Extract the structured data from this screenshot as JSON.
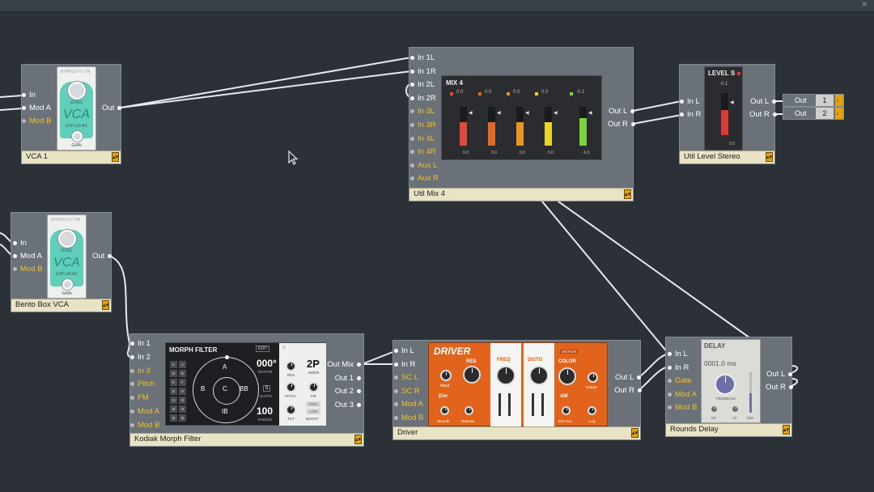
{
  "window": {
    "close_glyph": "×"
  },
  "modules": {
    "vca1": {
      "name": "VCA 1",
      "menu": "▴▾",
      "inputs": [
        {
          "label": "In",
          "active": true
        },
        {
          "label": "Mod A",
          "active": true
        },
        {
          "label": "Mod B",
          "active": false
        }
      ],
      "outputs": [
        {
          "label": "Out",
          "active": true
        }
      ],
      "panel": {
        "header": "BYPASS  FX  ON",
        "title": "VCA",
        "knob_label": "LEVEL",
        "modes": "EXP  LIN  AC",
        "gain_label": "GAIN"
      }
    },
    "bento": {
      "name": "Bento Box VCA",
      "menu": "▴▾",
      "inputs": [
        {
          "label": "In",
          "active": true
        },
        {
          "label": "Mod A",
          "active": true
        },
        {
          "label": "Mod B",
          "active": false
        }
      ],
      "outputs": [
        {
          "label": "Out",
          "active": true
        }
      ],
      "panel": {
        "header": "BYPASS  FX  ON",
        "title": "VCA",
        "knob_label": "LEVEL",
        "modes": "EXP  LIN  AC",
        "gain_label": "GAIN"
      }
    },
    "mix4": {
      "name": "Util Mix 4",
      "menu": "▴▾",
      "inputs": [
        {
          "label": "In 1L",
          "active": true
        },
        {
          "label": "In 1R",
          "active": true
        },
        {
          "label": "In 2L",
          "active": true
        },
        {
          "label": "In 2R",
          "active": true
        },
        {
          "label": "In 3L",
          "active": false
        },
        {
          "label": "In 3R",
          "active": false
        },
        {
          "label": "In 4L",
          "active": false
        },
        {
          "label": "In 4R",
          "active": false
        },
        {
          "label": "Aux L",
          "active": false
        },
        {
          "label": "Aux R",
          "active": false
        }
      ],
      "outputs": [
        {
          "label": "Out L",
          "active": true
        },
        {
          "label": "Out R",
          "active": true
        }
      ],
      "panel": {
        "title": "MIX 4",
        "channel_values": [
          "0.0",
          "0.0",
          "0.0",
          "0.0",
          "-0.1"
        ],
        "channel_colors": [
          "#e04a3a",
          "#e06a2a",
          "#e8961e",
          "#e8d42a",
          "#7ad43a"
        ],
        "channel_levels": [
          0.6,
          0.6,
          0.6,
          0.6,
          0.7
        ],
        "bottom_values": [
          "0.0",
          "0.0",
          "0.0",
          "0.0",
          "-6.6"
        ]
      }
    },
    "level": {
      "name": "Util Level Stereo",
      "menu": "▴▾",
      "inputs": [
        {
          "label": "In L",
          "active": true
        },
        {
          "label": "In R",
          "active": true
        }
      ],
      "outputs": [
        {
          "label": "Out L",
          "active": true
        },
        {
          "label": "Out R",
          "active": true
        }
      ],
      "panel": {
        "title": "LEVEL S",
        "value": "-0.1",
        "meter_level": 0.6,
        "bottom": "0.0"
      }
    },
    "morph": {
      "name": "Kodiak Morph Filter",
      "menu": "▴▾",
      "inputs": [
        {
          "label": "In 1",
          "active": true
        },
        {
          "label": "In 2",
          "active": true
        },
        {
          "label": "In 3",
          "active": false
        },
        {
          "label": "Pitch",
          "active": false
        },
        {
          "label": "FM",
          "active": false
        },
        {
          "label": "Mod A",
          "active": false
        },
        {
          "label": "Mod B",
          "active": false
        }
      ],
      "outputs": [
        {
          "label": "Out Mix",
          "active": true
        },
        {
          "label": "Out 1",
          "active": true
        },
        {
          "label": "Out 2",
          "active": true
        },
        {
          "label": "Out 3",
          "active": true
        }
      ],
      "panel": {
        "title": "MORPH FILTER",
        "edit": "EDIT",
        "rotate_value": "000°",
        "rotate_label": "ROTATE",
        "slots_value": "5",
        "slots_label": "SLOTS",
        "radius_value": "100",
        "radius_label": "RADIUS",
        "mode_value": "2P",
        "mode_label": "MODE",
        "res_label": "RES",
        "fm_label": "FM",
        "pitch_label": "PITCH",
        "tilt_label": "TILT",
        "boost_label": "BOOST",
        "high_label": "HIGH",
        "low_label": "LOW",
        "pad_labels": [
          "C",
          "A",
          "B",
          "D",
          "E",
          "F",
          "G",
          "H",
          "I1",
          "I2",
          "I3",
          "I4",
          "I5",
          "I6"
        ],
        "wheel_top": "A",
        "wheel_left": "B",
        "wheel_right": "BB",
        "wheel_center": "C",
        "wheel_bottom": "IB"
      }
    },
    "driver": {
      "name": "Driver",
      "menu": "▴▾",
      "inputs": [
        {
          "label": "In L",
          "active": true
        },
        {
          "label": "In R",
          "active": true
        },
        {
          "label": "SC L",
          "active": false
        },
        {
          "label": "SC R",
          "active": false
        },
        {
          "label": "Mod A",
          "active": false
        },
        {
          "label": "Mod B",
          "active": false
        }
      ],
      "outputs": [
        {
          "label": "Out L",
          "active": true
        },
        {
          "label": "Out R",
          "active": true
        }
      ],
      "panel": {
        "title": "DRIVER",
        "res": "RES",
        "input": "Input",
        "env": "Env",
        "smooth": "Smooth",
        "release": "Release",
        "freq": "FREQ",
        "disto": "DISTO",
        "color": "COLOR",
        "output": "Output",
        "am": "AM",
        "cut_label": "Env Cut",
        "log": "Log",
        "bypass": "MOTION"
      }
    },
    "delay": {
      "name": "Rounds Delay",
      "menu": "▴▾",
      "inputs": [
        {
          "label": "In L",
          "active": true
        },
        {
          "label": "In R",
          "active": true
        },
        {
          "label": "Gate",
          "active": false
        },
        {
          "label": "Mod A",
          "active": false
        },
        {
          "label": "Mod B",
          "active": false
        }
      ],
      "outputs": [
        {
          "label": "Out L",
          "active": true
        },
        {
          "label": "Out R",
          "active": true
        }
      ],
      "panel": {
        "title": "DELAY",
        "time": "0001.0 ms",
        "feedback": "FEEDBACK",
        "hp": "HP",
        "lp": "LP",
        "mix": "MIX"
      }
    }
  },
  "host_outputs": [
    {
      "label": "Out",
      "channel": "1"
    },
    {
      "label": "Out",
      "channel": "2"
    }
  ],
  "cable_color": "#e6e9ee"
}
